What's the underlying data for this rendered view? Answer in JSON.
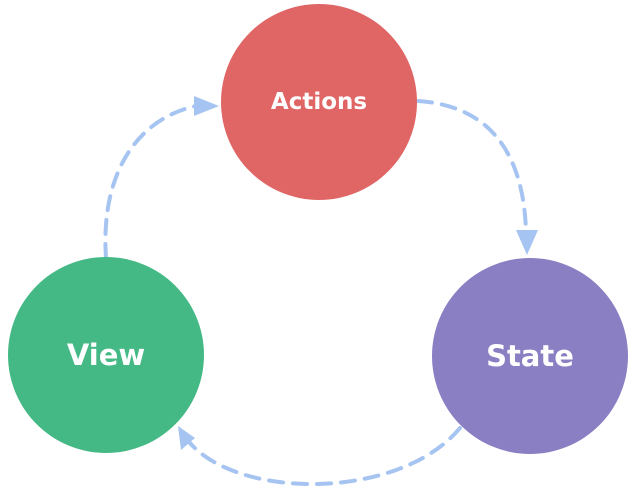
{
  "diagram": {
    "nodes": {
      "actions": {
        "label": "Actions",
        "color": "#e06666"
      },
      "state": {
        "label": "State",
        "color": "#8b7fc3"
      },
      "view": {
        "label": "View",
        "color": "#44b985"
      }
    },
    "edges": [
      {
        "from": "Actions",
        "to": "State"
      },
      {
        "from": "State",
        "to": "View"
      },
      {
        "from": "View",
        "to": "Actions"
      }
    ],
    "arrow_color": "#a6c4f2"
  }
}
